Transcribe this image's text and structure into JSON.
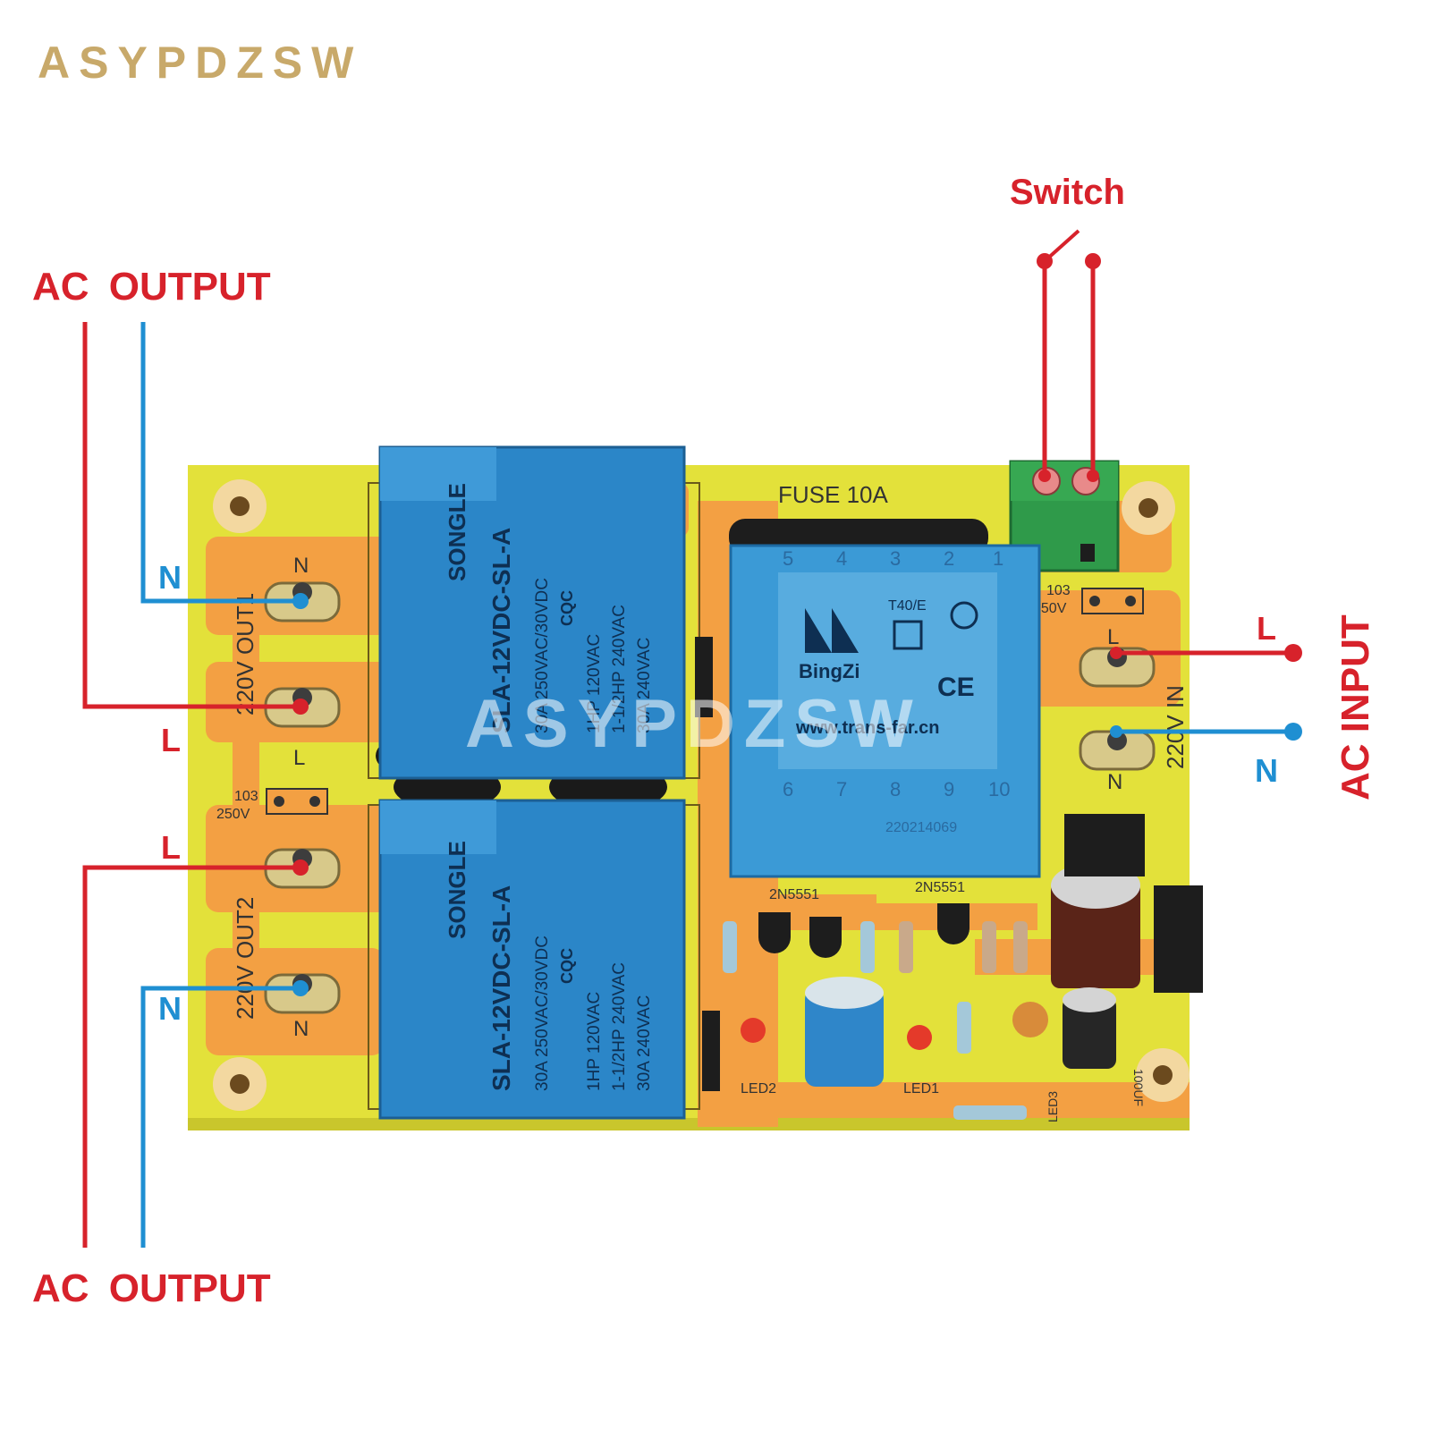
{
  "brand": "ASYPDZSW",
  "watermark": "ASYPDZSW",
  "colors": {
    "red": "#d7222b",
    "blue": "#1f8fd2",
    "gold": "#c8a96a",
    "pcb": "#e3e13a",
    "trace": "#f3a043",
    "relay": "#2b86c8",
    "terminal": "#2f9a4a"
  },
  "labels": {
    "switch": "Switch",
    "ac_output_top": "AC OUTPUT",
    "ac_output_bottom": "AC OUTPUT",
    "ac_input": "AC INPUT",
    "out1_n": "N",
    "out1_l": "L",
    "out2_l": "L",
    "out2_n": "N",
    "in_l": "L",
    "in_n": "N"
  },
  "board": {
    "fuse": "FUSE 10A",
    "out1": "220V OUT1",
    "out2": "220V OUT2",
    "in": "220V IN",
    "silk_n": "N",
    "silk_l": "L",
    "cap_value": "103",
    "cap_voltage": "250V",
    "transistor": "2N5551",
    "led1": "LED1",
    "led2": "LED2",
    "led3": "LED3",
    "cap_100uf": "100UF",
    "date_code": "220214069"
  },
  "relay": {
    "brand": "SONGLE",
    "model": "SLA-12VDC-SL-A",
    "rating1": "30A 250VAC/30VDC",
    "rating2": "1HP 120VAC",
    "rating3": "1-1/2HP 240VAC",
    "rating4": "30A 240VAC",
    "cert": "CQC"
  },
  "transformer": {
    "pins_top": [
      "5",
      "4",
      "3",
      "2",
      "1"
    ],
    "pins_bottom": [
      "6",
      "7",
      "8",
      "9",
      "10"
    ],
    "brand": "BingZi",
    "model": "T40/E",
    "url": "www.trans-far.cn",
    "ce": "CE"
  }
}
